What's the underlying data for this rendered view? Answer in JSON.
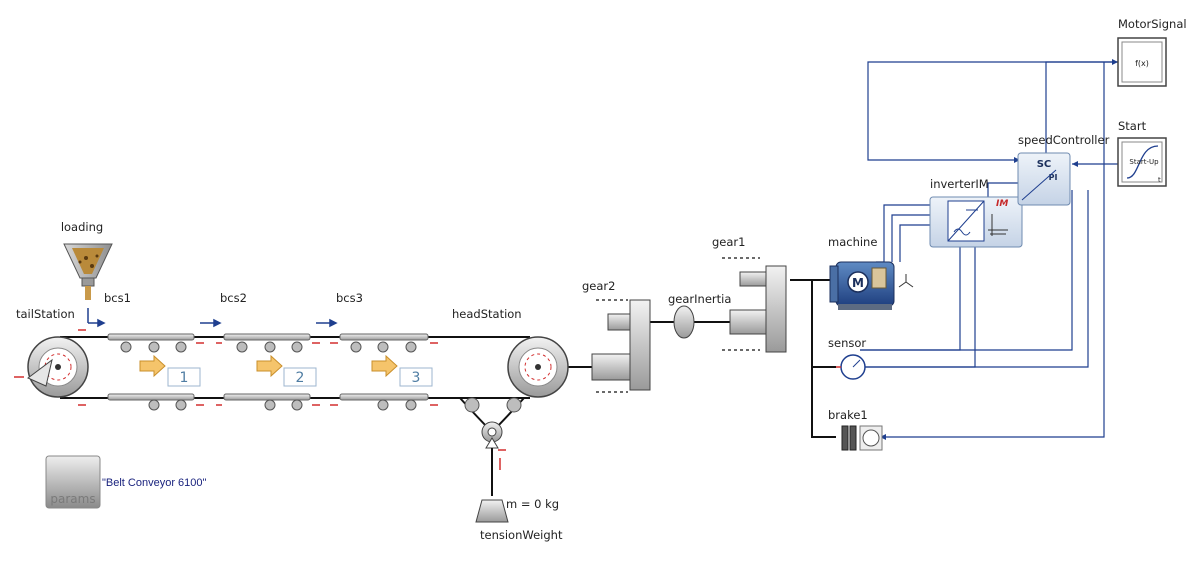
{
  "labels": {
    "loading": "loading",
    "tail_station": "tailStation",
    "bcs1": "bcs1",
    "bcs2": "bcs2",
    "bcs3": "bcs3",
    "head_station": "headStation",
    "gear2": "gear2",
    "gear_inertia": "gearInertia",
    "gear1": "gear1",
    "machine": "machine",
    "inverter": "inverterIM",
    "speed_controller": "speedController",
    "motor_signal": "MotorSignal",
    "start": "Start",
    "sensor": "sensor",
    "brake": "brake1",
    "tension_weight": "tensionWeight",
    "mass": "m = 0 kg",
    "params": "params",
    "belt_name": "\"Belt Conveyor 6100\""
  },
  "icons": {
    "motor_letter": "M",
    "sc_title": "SC",
    "sc_pi": "PI",
    "inverter_badge": "IM",
    "fx": "f(x)",
    "startup": "Start-Up",
    "time_axis": "t"
  },
  "sections": [
    "1",
    "2",
    "3"
  ],
  "colors": {
    "signal_wire": "#1f3f8f",
    "mechanical": "#111111",
    "connector": "#d32f2f",
    "flow_arrow": "#f5c46b",
    "block_fill": "#dbe5f1"
  }
}
